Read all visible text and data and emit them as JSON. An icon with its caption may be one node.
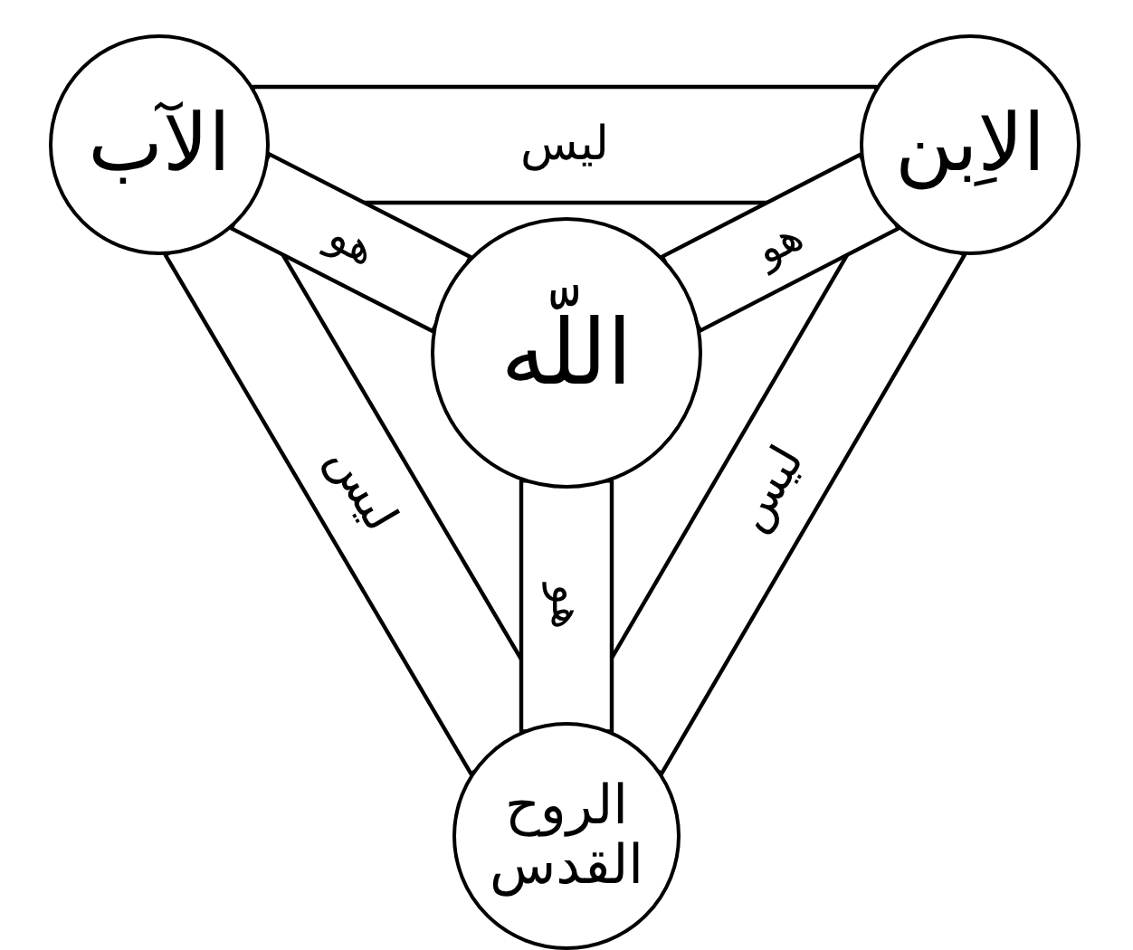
{
  "diagram": {
    "nodes": [
      {
        "text": [
          "الآب"
        ]
      },
      {
        "text": [
          "الاِبن"
        ]
      },
      {
        "text": [
          "اللّه"
        ]
      },
      {
        "text": [
          "الروح القدس"
        ]
      }
    ],
    "edges": [
      {
        "from": 0,
        "to": 1,
        "arrow": "none",
        "label": "ليس"
      },
      {
        "from": 0,
        "to": 2,
        "arrow": "none",
        "label": "هو"
      },
      {
        "from": 1,
        "to": 2,
        "arrow": "none",
        "label": "هو"
      },
      {
        "from": 2,
        "to": 3,
        "arrow": "none",
        "label": "هو"
      },
      {
        "from": 0,
        "to": 3,
        "arrow": "none",
        "label": "ليس"
      },
      {
        "from": 1,
        "to": 3,
        "arrow": "none",
        "label": "ليس"
      }
    ]
  }
}
